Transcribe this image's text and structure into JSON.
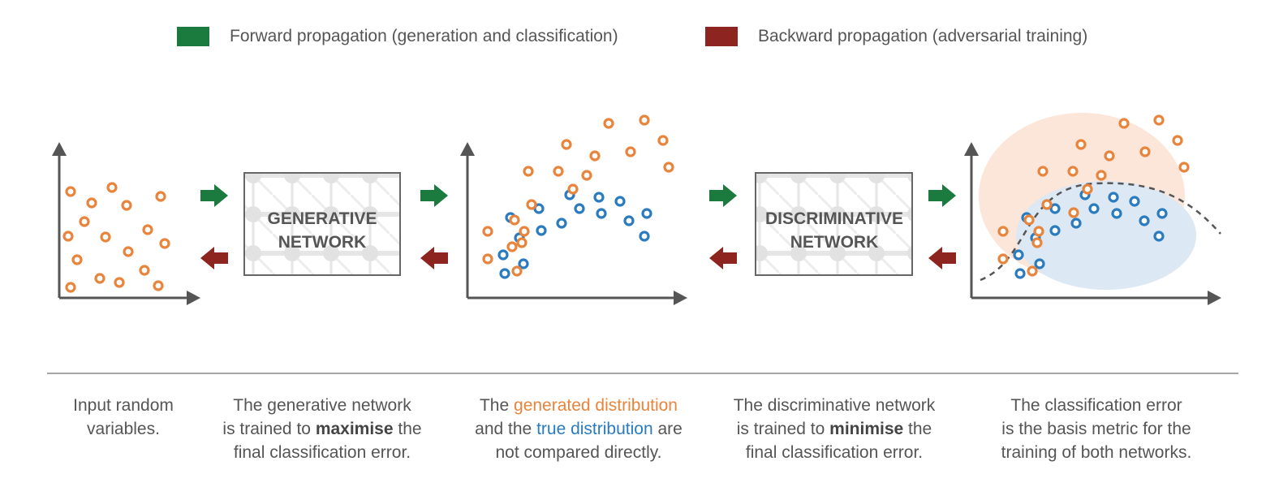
{
  "legend": {
    "forward": {
      "label": "Forward propagation (generation and classification)",
      "color": "#1b7a3e"
    },
    "backward": {
      "label": "Backward propagation (adversarial training)",
      "color": "#8e2420"
    }
  },
  "boxes": {
    "generative": {
      "line1": "GENERATIVE",
      "line2": "NETWORK"
    },
    "discriminative": {
      "line1": "DISCRIMINATIVE",
      "line2": "NETWORK"
    }
  },
  "colors": {
    "generated": "#e8843c",
    "true": "#2a7bbf",
    "axis": "#555555",
    "fake_region": "#fbe6d9",
    "real_region": "#dce8f3"
  },
  "captions": {
    "input": {
      "line1": "Input random",
      "line2": "variables."
    },
    "generative": {
      "line1": "The generative network",
      "line2_pre": "is trained to ",
      "line2_bold": "maximise",
      "line2_post": " the",
      "line3": "final classification error."
    },
    "distribution": {
      "line1_pre": "The ",
      "line1_orange": "generated distribution",
      "line2_pre": "and the ",
      "line2_blue": "true distribution",
      "line2_post": " are",
      "line3": "not compared directly."
    },
    "discriminative": {
      "line1": "The discriminative network",
      "line2_pre": "is trained to ",
      "line2_bold": "minimise",
      "line2_post": " the",
      "line3": "final classification error."
    },
    "classification": {
      "line1": "The classification error",
      "line2": "is the basis metric for the",
      "line3": "training of both networks."
    }
  }
}
